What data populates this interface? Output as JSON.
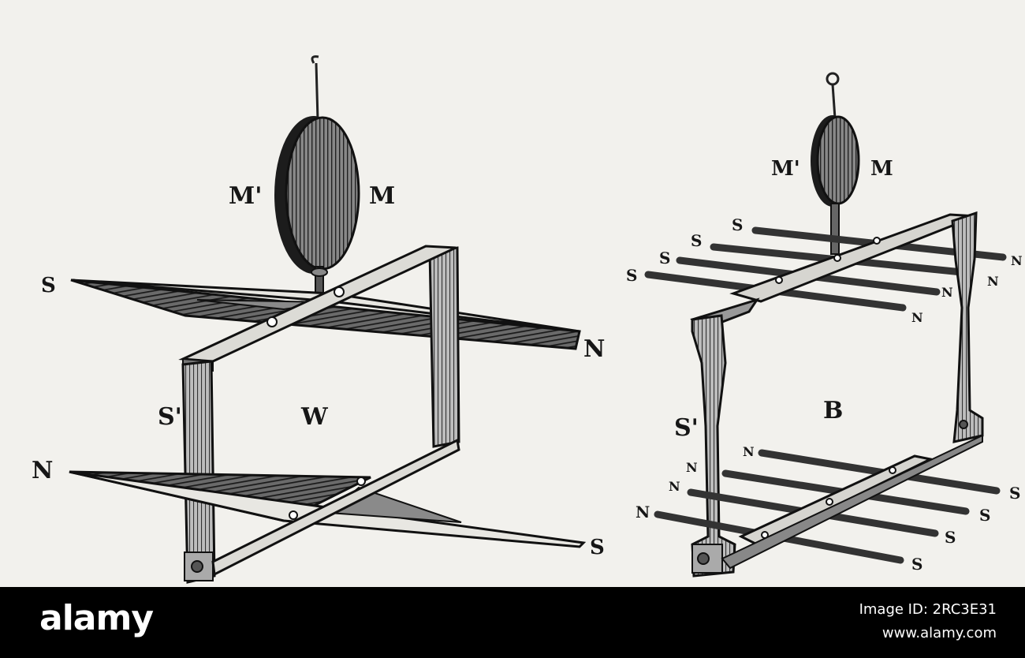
{
  "figure_left": {
    "labels": {
      "m_prime": "M'",
      "m": "M",
      "s_top": "S",
      "n_top": "N",
      "s_prime": "S'",
      "w": "W",
      "n_bottom": "N",
      "s_bottom": "S"
    }
  },
  "figure_right": {
    "labels": {
      "m_prime": "M'",
      "m": "M",
      "top_s": [
        "S",
        "S",
        "S",
        "S"
      ],
      "top_n": [
        "N",
        "N",
        "N",
        "N"
      ],
      "s_prime": "S'",
      "b": "B",
      "bottom_n": [
        "N",
        "N",
        "N",
        "N"
      ],
      "bottom_s": [
        "S",
        "S",
        "S",
        "S"
      ]
    }
  },
  "footer": {
    "brand": "alamy",
    "image_id": "Image ID: 2RC3E31",
    "site": "www.alamy.com"
  }
}
